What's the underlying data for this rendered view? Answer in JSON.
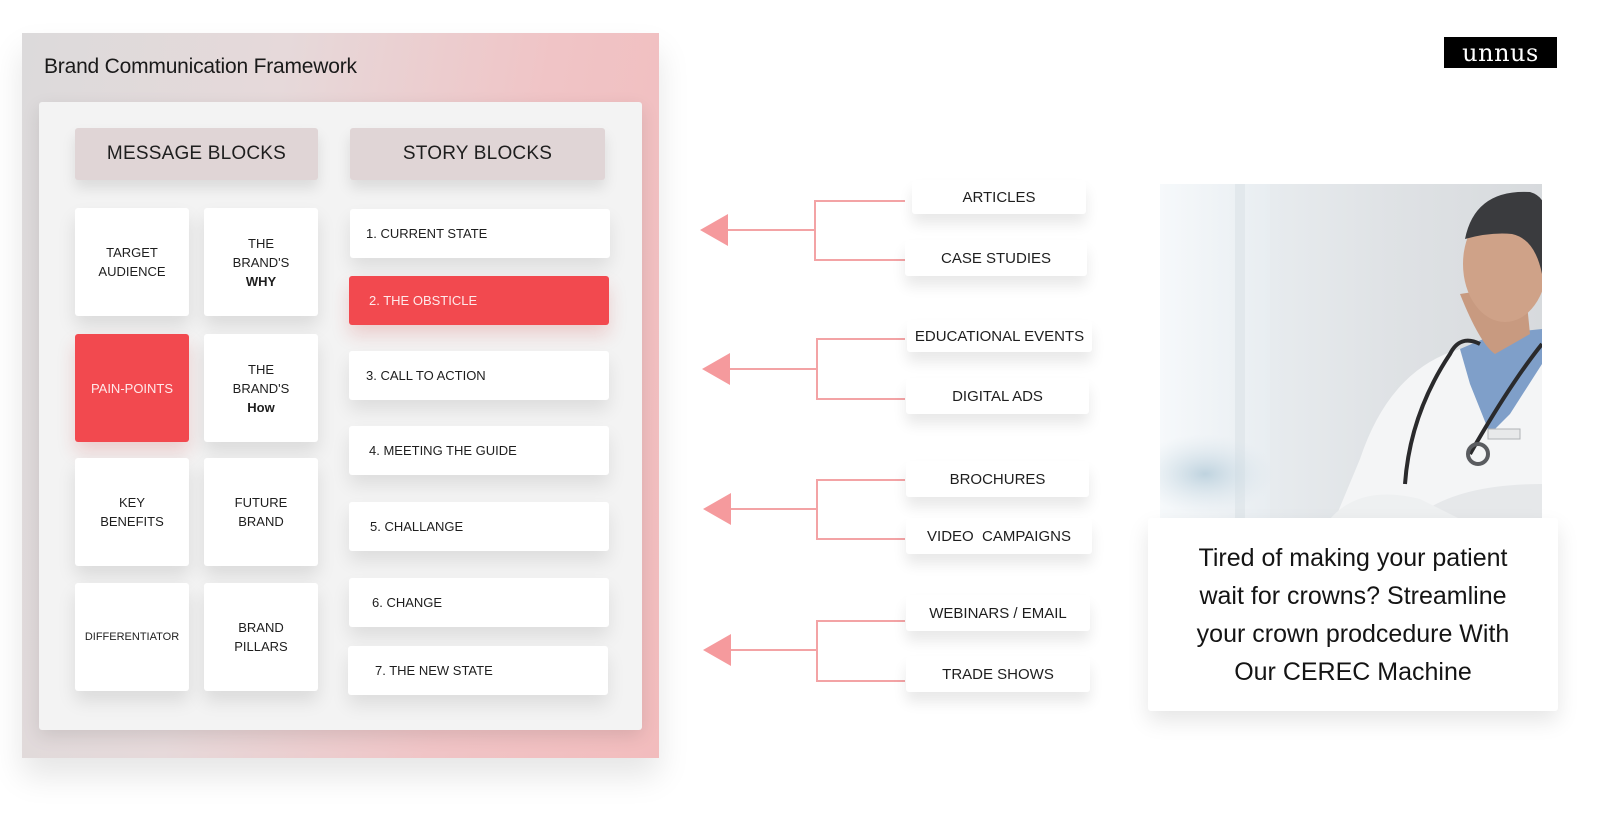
{
  "framework": {
    "title": "Brand Communication Framework",
    "message_blocks": {
      "header": "MESSAGE BLOCKS",
      "items": [
        {
          "line1": "TARGET",
          "line2": "AUDIENCE",
          "line3": "",
          "active": false
        },
        {
          "line1": "THE",
          "line2": "BRAND'S",
          "line3": "WHY",
          "active": false
        },
        {
          "line1": "PAIN-POINTS",
          "line2": "",
          "line3": "",
          "active": true
        },
        {
          "line1": "THE",
          "line2": "BRAND'S",
          "line3": "How",
          "active": false
        },
        {
          "line1": "KEY",
          "line2": "BENEFITS",
          "line3": "",
          "active": false
        },
        {
          "line1": "FUTURE",
          "line2": "BRAND",
          "line3": "",
          "active": false
        },
        {
          "line1": "DIFFERENTIATOR",
          "line2": "",
          "line3": "",
          "active": false
        },
        {
          "line1": "BRAND",
          "line2": "PILLARS",
          "line3": "",
          "active": false
        }
      ]
    },
    "story_blocks": {
      "header": "STORY BLOCKS",
      "items": [
        {
          "label": "1. CURRENT STATE",
          "active": false
        },
        {
          "label": "2. THE OBSTICLE",
          "active": true
        },
        {
          "label": "3. CALL TO ACTION",
          "active": false
        },
        {
          "label": "4. MEETING THE GUIDE",
          "active": false
        },
        {
          "label": "5. CHALLANGE",
          "active": false
        },
        {
          "label": "6. CHANGE",
          "active": false
        },
        {
          "label": "7. THE NEW STATE",
          "active": false
        }
      ]
    }
  },
  "channels": {
    "groups": [
      {
        "top": "ARTICLES",
        "bottom": "CASE STUDIES"
      },
      {
        "top": "EDUCATIONAL EVENTS",
        "bottom": "DIGITAL ADS"
      },
      {
        "top": "BROCHURES",
        "bottom": "VIDEO  CAMPAIGNS"
      },
      {
        "top": "WEBINARS / EMAIL",
        "bottom": "TRADE SHOWS"
      }
    ],
    "arrow_icon": "arrow-left-icon"
  },
  "logo": {
    "text": "unnus"
  },
  "ad": {
    "image": "doctor-with-stethoscope-photo",
    "copy": "Tired of making your patient wait for crowns?  Streamline your crown prodcedure With Our CEREC Machine"
  },
  "colors": {
    "accent_red": "#f2494f",
    "connector_pink": "#f3a3a5",
    "panel_pink": "#f2bcbd",
    "panel_gray": "#dcdadb",
    "header_block": "#e0d5d6"
  }
}
